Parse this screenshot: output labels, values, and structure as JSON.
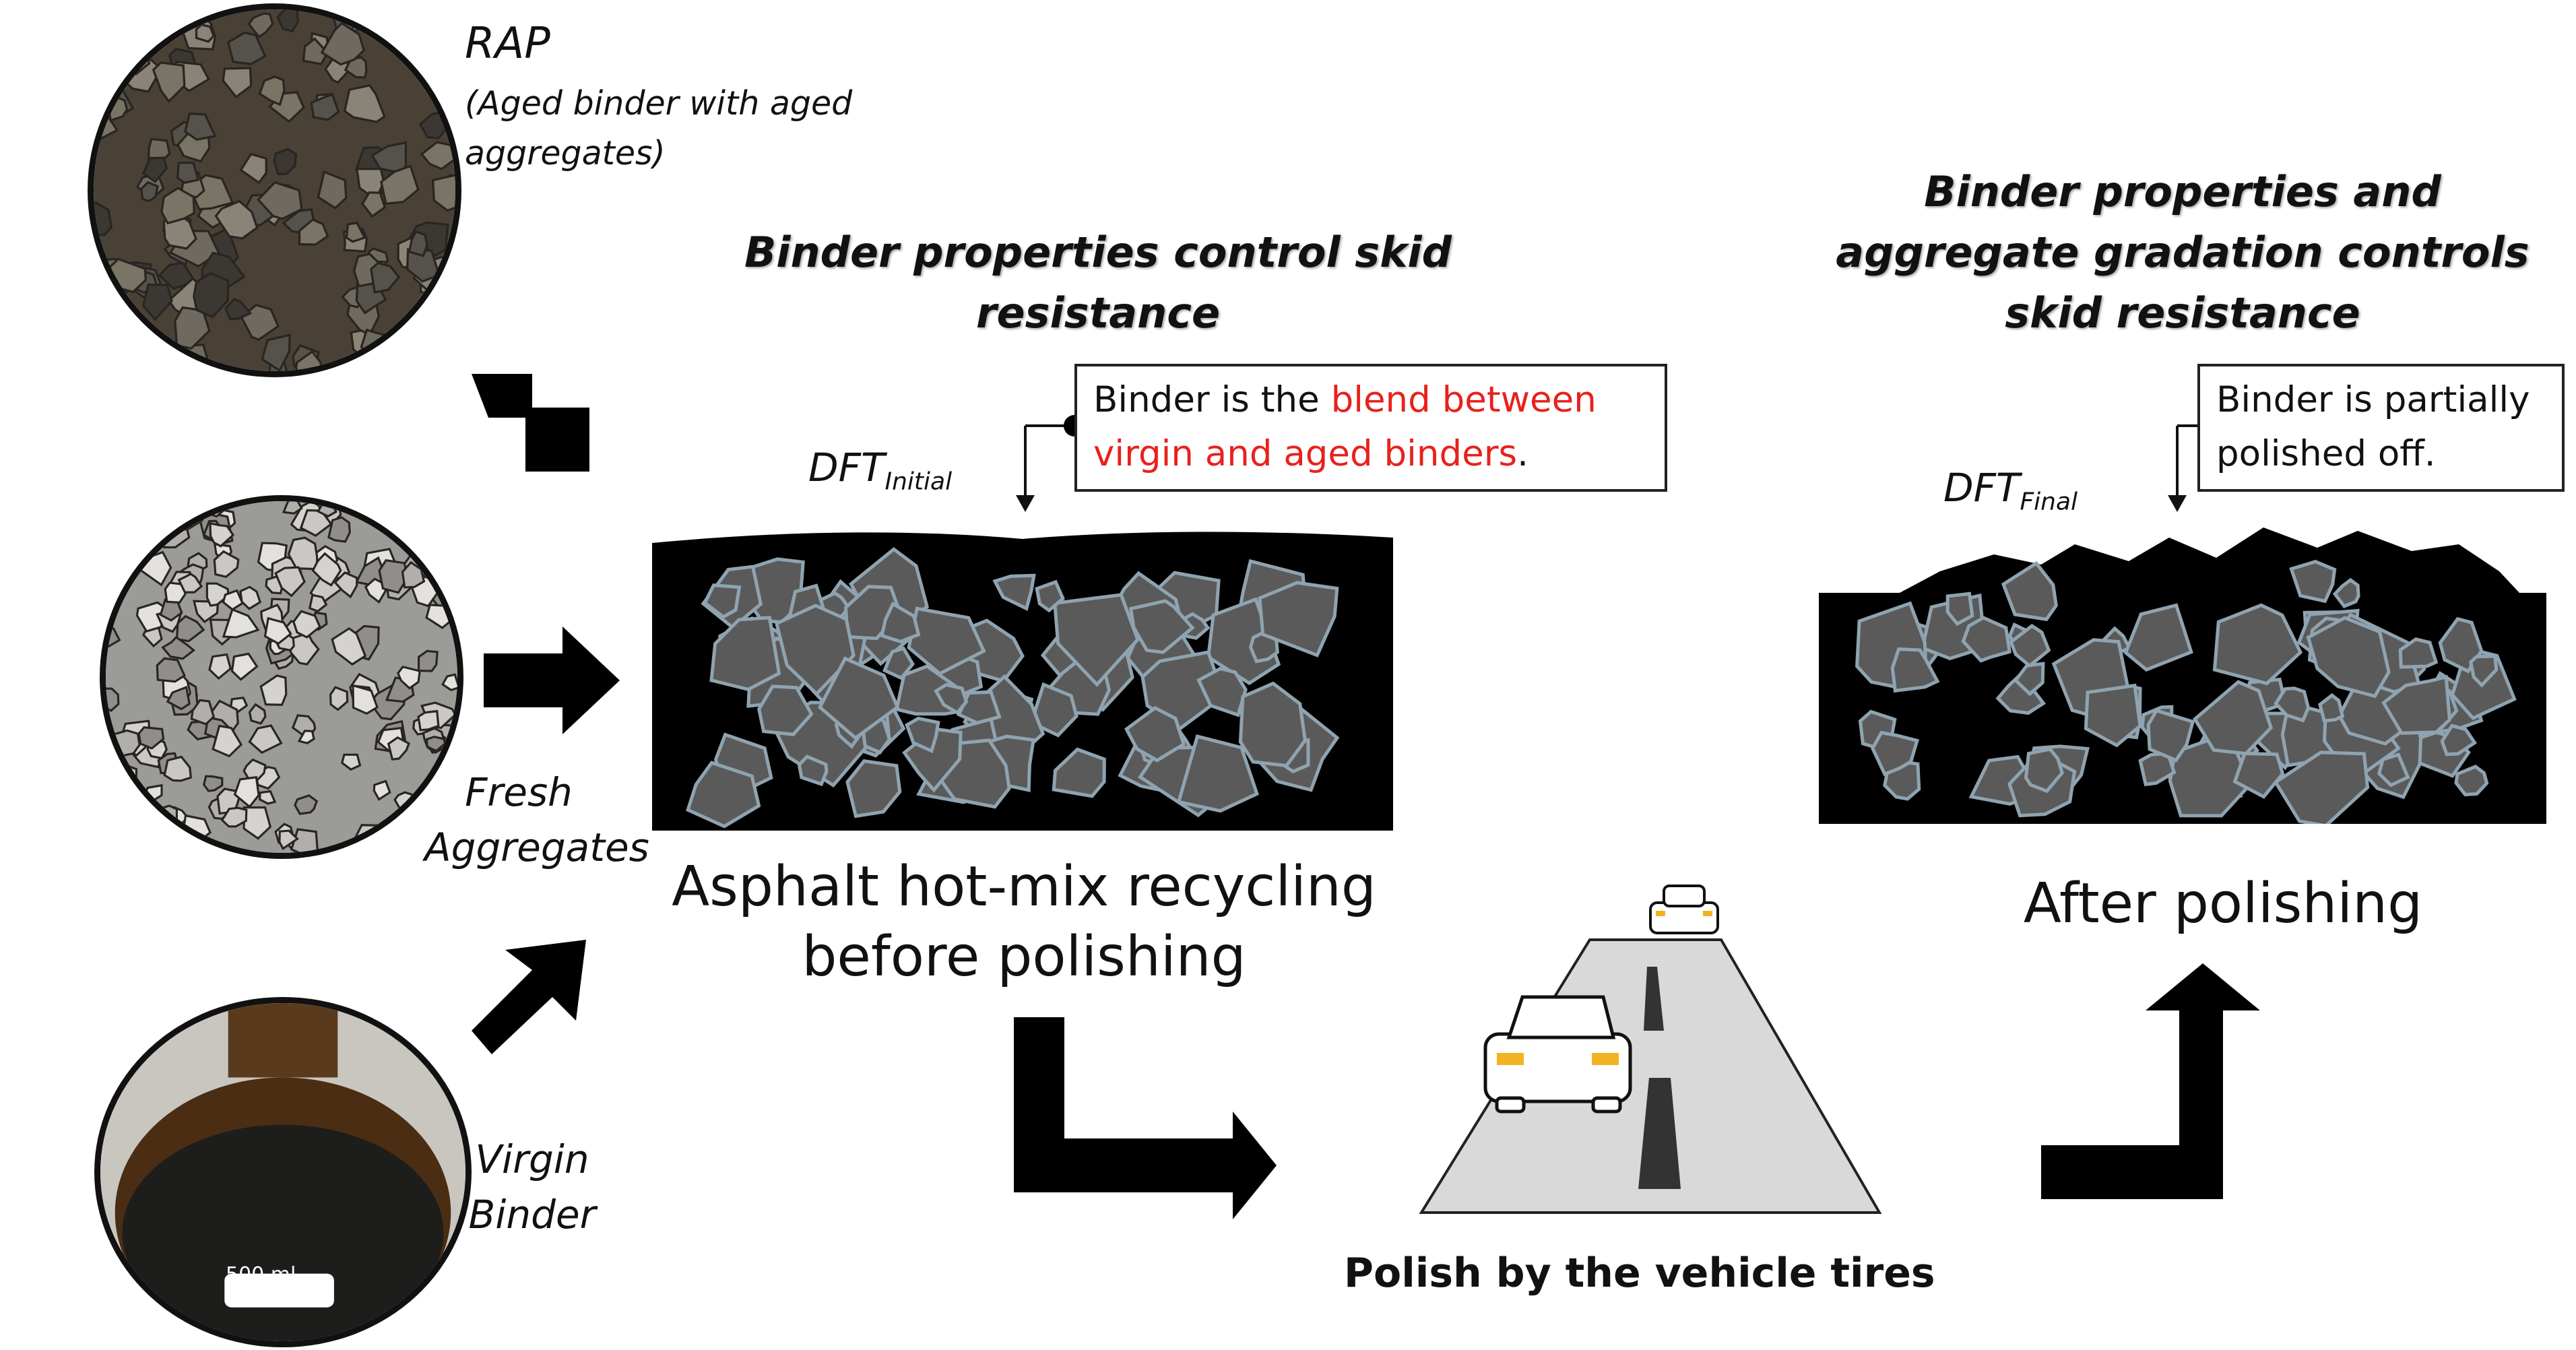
{
  "inputs": {
    "rap": {
      "title": "RAP",
      "subtitle_line1": "(Aged binder with aged",
      "subtitle_line2": "aggregates)"
    },
    "fresh": {
      "line1": "Fresh",
      "line2": "Aggregates"
    },
    "virgin": {
      "line1": "Virgin",
      "line2": "Binder",
      "flask_label": "500 ml"
    }
  },
  "before": {
    "heading_line1": "Binder properties control skid",
    "heading_line2": "resistance",
    "callout_prefix": "Binder is the ",
    "callout_red1": "blend between",
    "callout_red2": "virgin and aged binders",
    "callout_suffix": ".",
    "dft_main": "DFT",
    "dft_sub": "Initial",
    "label_line1": "Asphalt hot-mix recycling",
    "label_line2": "before polishing"
  },
  "polish": {
    "label": "Polish by the vehicle tires"
  },
  "after": {
    "heading_line1": "Binder properties and",
    "heading_line2": "aggregate gradation controls",
    "heading_line3": "skid resistance",
    "callout_line1": "Binder is partially",
    "callout_line2": "polished off.",
    "dft_main": "DFT",
    "dft_sub": "Final",
    "label": "After polishing"
  },
  "colors": {
    "binder": "#000000",
    "aggregate": "#5a5a5a",
    "aggregate_edge": "#8fa3b0",
    "highlight_red": "#e8211c",
    "road": "#d9d9d9"
  }
}
